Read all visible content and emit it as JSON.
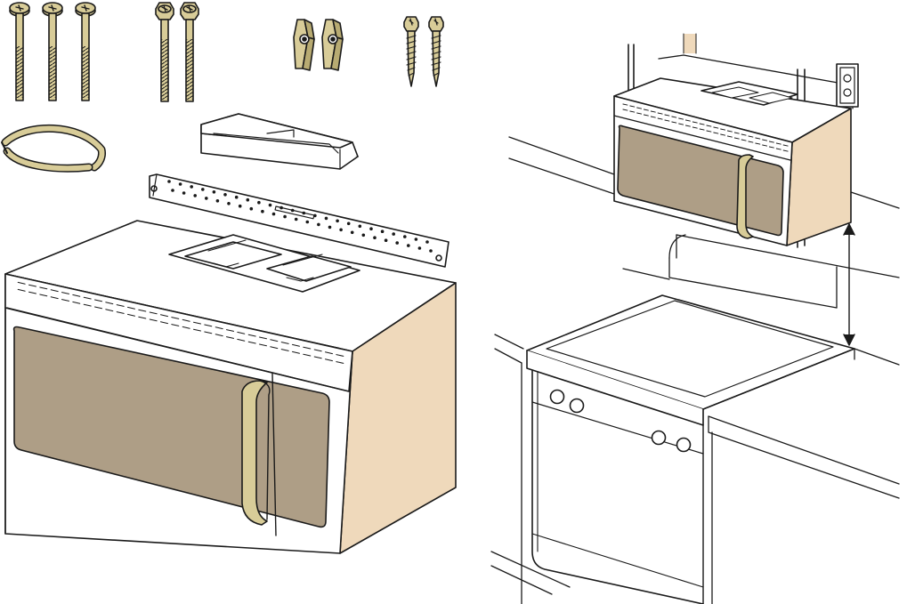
{
  "colors": {
    "line": "#1a1a1a",
    "brass": "#d8cc98",
    "brass_shade": "#b8ab72",
    "cabinet_side": "#efd9bb",
    "window": "#ae9e86",
    "white": "#ffffff"
  },
  "parts": [
    {
      "name": "mounting-bolt-long",
      "count": 3
    },
    {
      "name": "mounting-bolt-short",
      "count": 2
    },
    {
      "name": "toggle-bolt-wing",
      "count": 2
    },
    {
      "name": "wood-screw",
      "count": 2
    },
    {
      "name": "power-cord-clamp-ring",
      "count": 1
    },
    {
      "name": "exhaust-adapter",
      "count": 1
    },
    {
      "name": "wall-mounting-plate",
      "count": 1
    }
  ],
  "views": [
    "microwave-with-top-plate",
    "installed-over-range"
  ],
  "icons": [
    "dimension-arrow-icon",
    "wall-outlet-icon"
  ]
}
